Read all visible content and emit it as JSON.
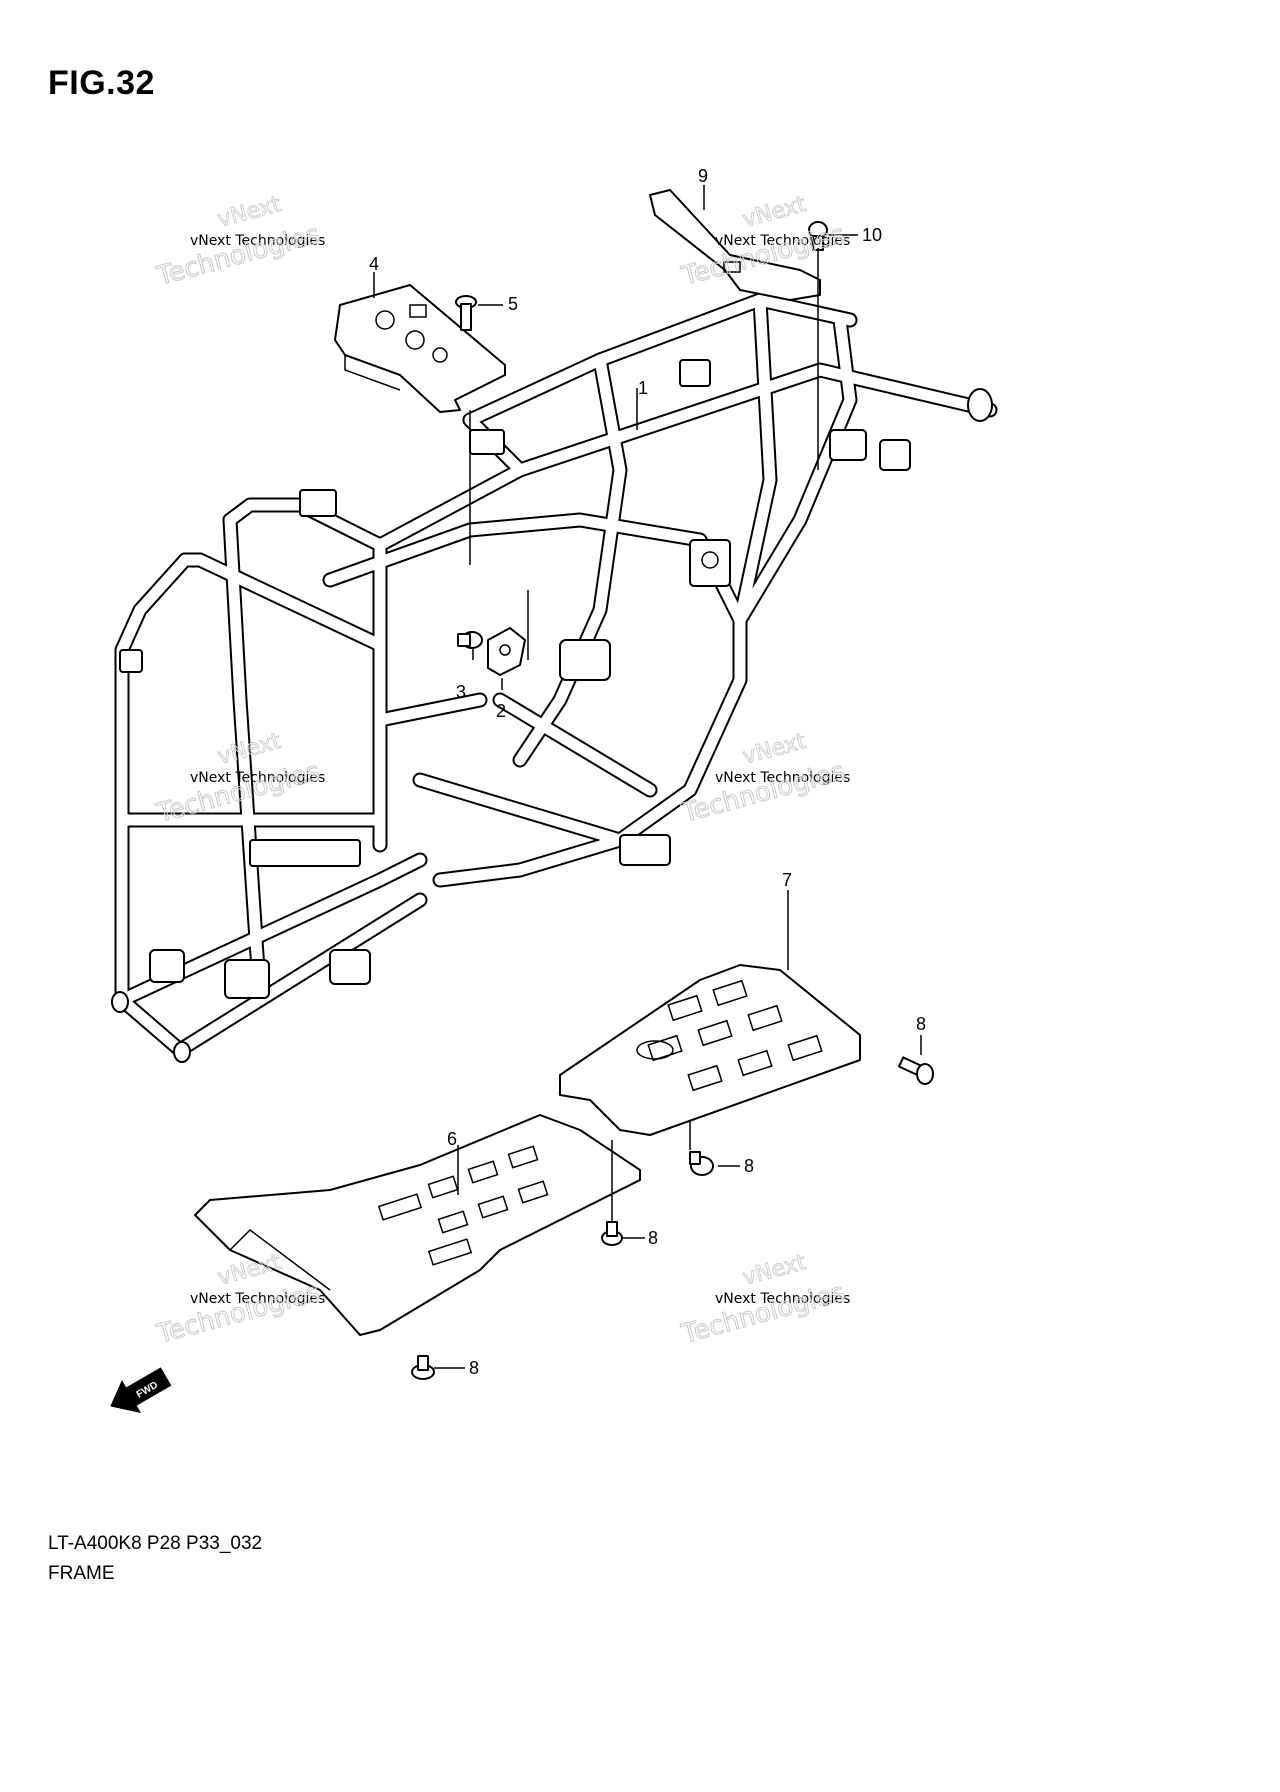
{
  "figure": {
    "title": "FIG.32"
  },
  "callouts": [
    {
      "id": "1",
      "label": "1"
    },
    {
      "id": "2",
      "label": "2"
    },
    {
      "id": "3",
      "label": "3"
    },
    {
      "id": "4",
      "label": "4"
    },
    {
      "id": "5",
      "label": "5"
    },
    {
      "id": "6",
      "label": "6"
    },
    {
      "id": "7",
      "label": "7"
    },
    {
      "id": "8a",
      "label": "8"
    },
    {
      "id": "8b",
      "label": "8"
    },
    {
      "id": "8c",
      "label": "8"
    },
    {
      "id": "8d",
      "label": "8"
    },
    {
      "id": "9",
      "label": "9"
    },
    {
      "id": "10",
      "label": "10"
    }
  ],
  "watermarks": [
    {
      "line1": "vNext",
      "line2": "vNext Technologies",
      "line3": "Technologies"
    },
    {
      "line1": "vNext",
      "line2": "vNext Technologies",
      "line3": "Technologies"
    },
    {
      "line1": "vNext",
      "line2": "vNext Technologies",
      "line3": "Technologies"
    },
    {
      "line1": "vNext",
      "line2": "vNext Technologies",
      "line3": "Technologies"
    },
    {
      "line1": "vNext",
      "line2": "vNext Technologies",
      "line3": "Technologies"
    },
    {
      "line1": "vNext",
      "line2": "vNext Technologies",
      "line3": "Technologies"
    }
  ],
  "direction_arrow": {
    "label": "FWD"
  },
  "footer": {
    "code": "LT-A400K8 P28 P33_032",
    "section": "FRAME"
  }
}
